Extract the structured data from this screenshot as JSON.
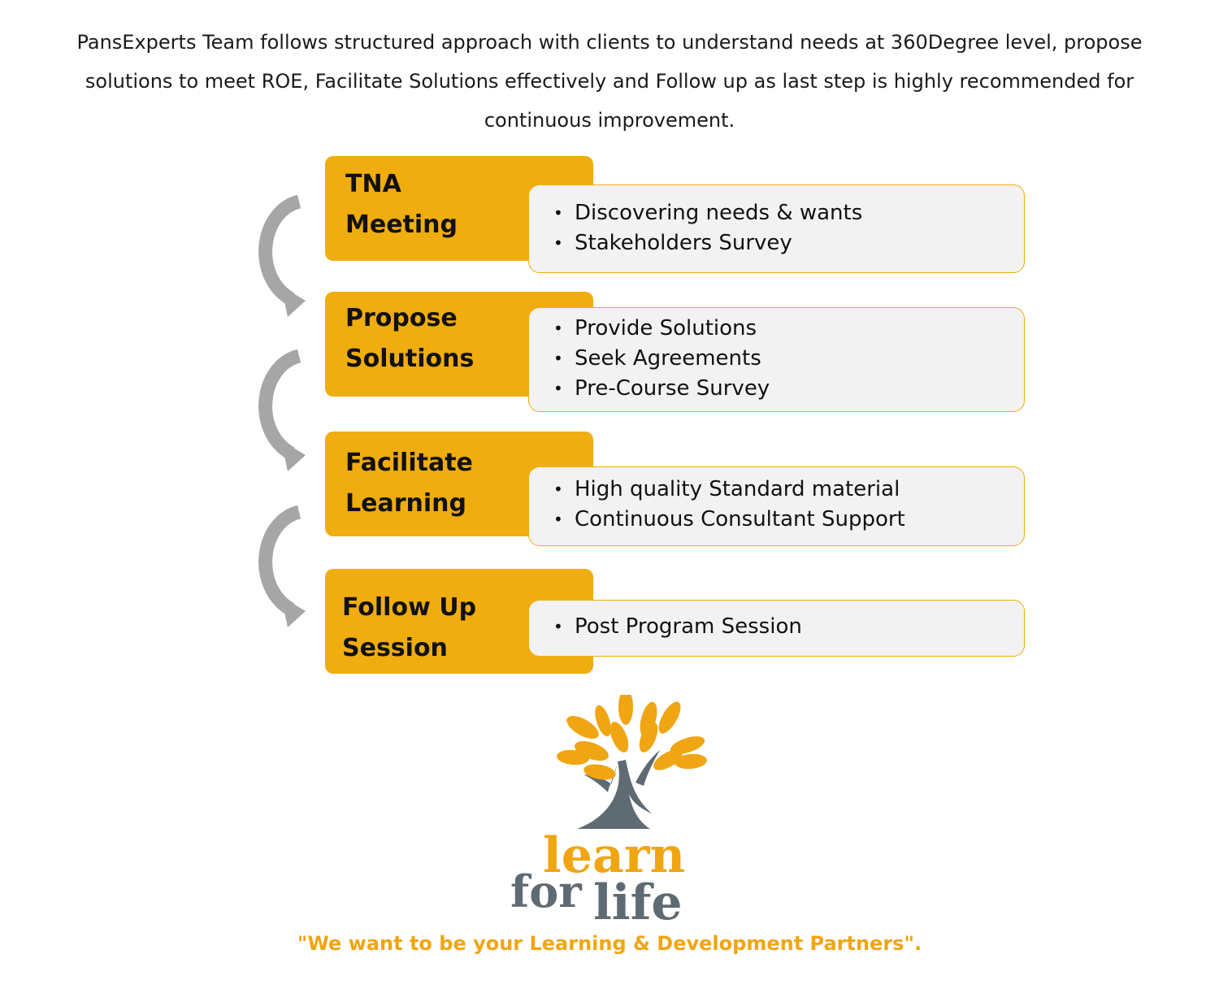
{
  "intro": "PansExperts Team follows structured approach with clients to understand needs at 360Degree level, propose solutions to meet ROE, Facilitate Solutions effectively and Follow up as last step is highly recommended for continuous improvement.",
  "stages": [
    {
      "title_line1": "TNA",
      "title_line2": "Meeting",
      "items": [
        "Discovering needs & wants",
        "Stakeholders Survey"
      ]
    },
    {
      "title_line1": "Propose",
      "title_line2": "Solutions",
      "items": [
        "Provide Solutions",
        "Seek Agreements",
        "Pre-Course Survey"
      ]
    },
    {
      "title_line1": "Facilitate",
      "title_line2": "Learning",
      "items": [
        "High quality Standard material",
        "Continuous Consultant Support"
      ]
    },
    {
      "title_line1": "Follow Up",
      "title_line2": "Session",
      "items": [
        "Post Program Session"
      ]
    }
  ],
  "bullet": "•",
  "logo": {
    "word1": "learn",
    "word2": "for",
    "word3": "life"
  },
  "tagline": "\"We want to be your Learning & Development Partners\".",
  "colors": {
    "accent": "#f0ad10",
    "panel": "#f2f2f2",
    "arrow": "#a6a6a6",
    "tree": "#5f6b73",
    "leaf": "#f0a512"
  },
  "icons": {
    "flow_arrow": "curved-arrow-icon",
    "logo_tree": "tree-icon"
  }
}
